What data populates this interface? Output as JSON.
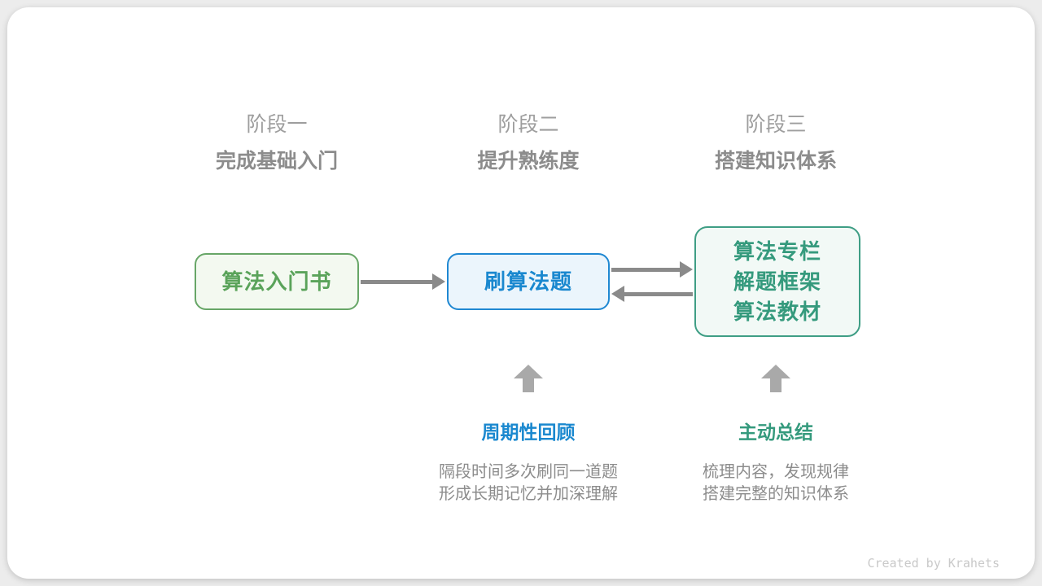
{
  "stages": [
    {
      "label": "阶段一",
      "subtitle": "完成基础入门"
    },
    {
      "label": "阶段二",
      "subtitle": "提升熟练度"
    },
    {
      "label": "阶段三",
      "subtitle": "搭建知识体系"
    }
  ],
  "nodes": [
    {
      "id": "node-intro-book",
      "label_lines": [
        "算法入门书"
      ]
    },
    {
      "id": "node-practice",
      "label_lines": [
        "刷算法题"
      ]
    },
    {
      "id": "node-knowledge",
      "label_lines": [
        "算法专栏",
        "解题框架",
        "算法教材"
      ]
    }
  ],
  "flow_arrows": [
    {
      "from": "node-intro-book",
      "to": "node-practice",
      "direction": "right"
    },
    {
      "from": "node-practice",
      "to": "node-knowledge",
      "direction": "right"
    },
    {
      "from": "node-knowledge",
      "to": "node-practice",
      "direction": "left"
    }
  ],
  "annotations": [
    {
      "title": "周期性回顾",
      "points_to": "node-practice",
      "lines": [
        "隔段时间多次刷同一道题",
        "形成长期记忆并加深理解"
      ]
    },
    {
      "title": "主动总结",
      "points_to": "node-knowledge",
      "lines": [
        "梳理内容，发现规律",
        "搭建完整的知识体系"
      ]
    }
  ],
  "footer": {
    "credit": "Created by Krahets"
  },
  "colors": {
    "page_bg": "#ececec",
    "card_bg": "#ffffff",
    "stage_label": "#9e9e9e",
    "stage_subtitle": "#8c8c8c",
    "node1_border": "#67a667",
    "node1_fill": "#f3f9f0",
    "node1_text": "#5aa35a",
    "node2_border": "#1f88d2",
    "node2_fill": "#ebf5fc",
    "node2_text": "#1a88cf",
    "node3_border": "#3f9e85",
    "node3_fill": "#f2f9f6",
    "node3_text": "#359a7d",
    "arrow": "#8a8a8a",
    "up_arrow": "#a9a9a9",
    "description": "#8c8c8c",
    "credit": "#c9c9c9"
  }
}
